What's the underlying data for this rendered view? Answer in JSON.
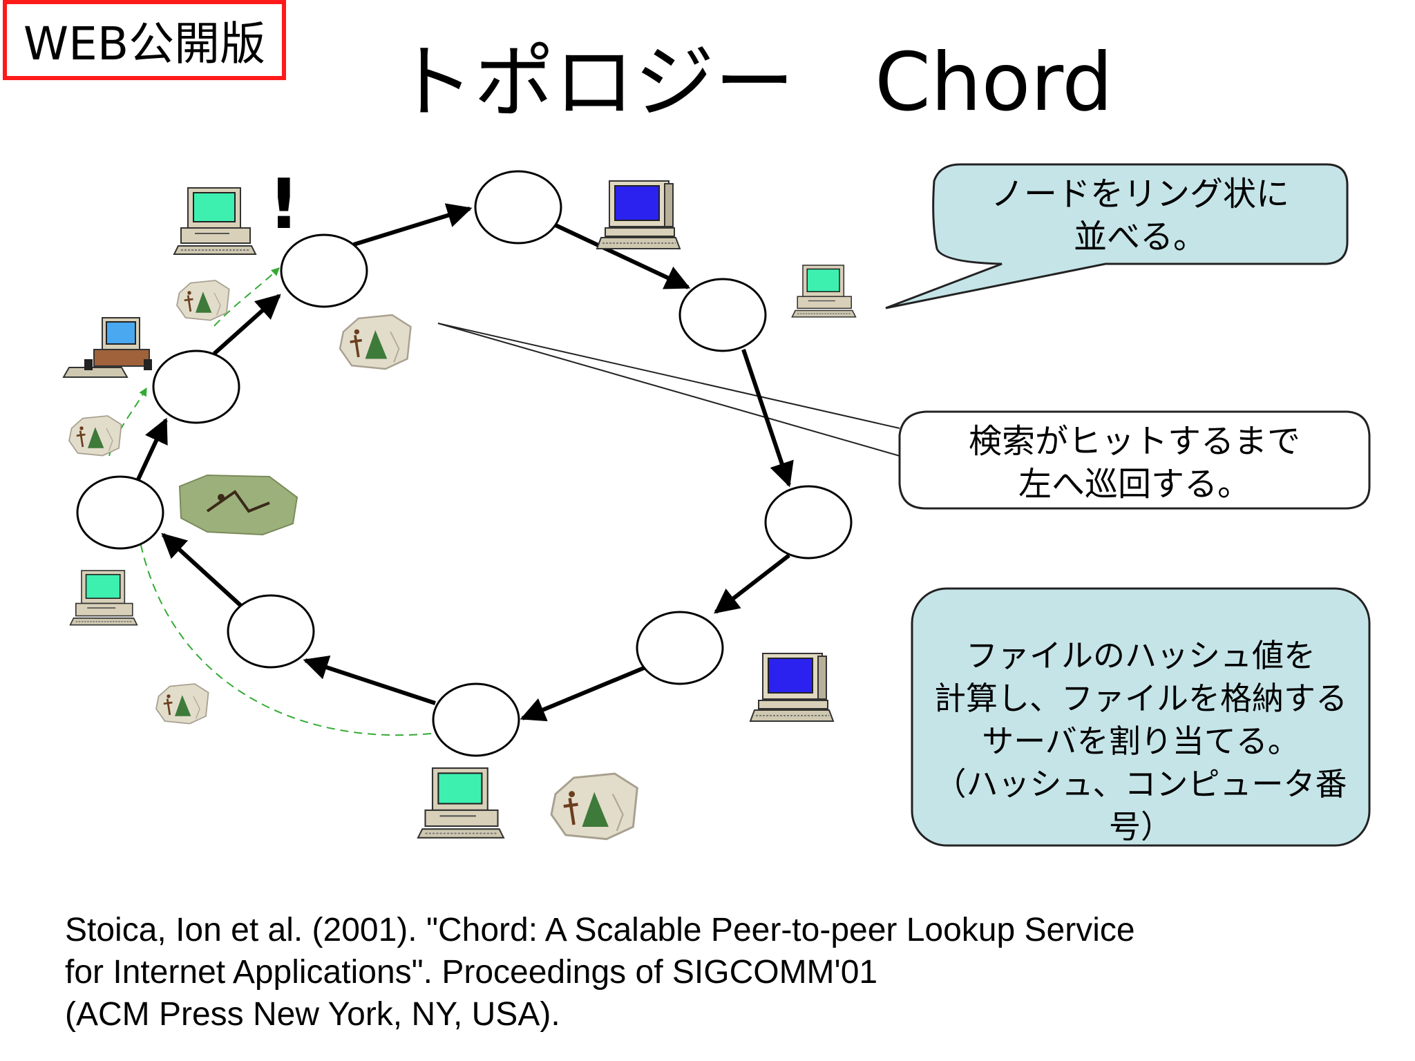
{
  "badge": {
    "label": "WEB公開版"
  },
  "title": {
    "text": "トポロジー　Chord"
  },
  "callouts": {
    "ring": {
      "lines": [
        "ノードをリング状に",
        "並べる。"
      ]
    },
    "search": {
      "lines": [
        "検索がヒットするまで",
        "左へ巡回する。"
      ]
    },
    "hash": {
      "lines": [
        "ファイルのハッシュ値を",
        "計算し、ファイルを格納する",
        "サーバを割り当てる。",
        "（ハッシュ、コンピュータ番号）"
      ]
    }
  },
  "alert": {
    "symbol": "!"
  },
  "citation": {
    "lines": [
      "Stoica, Ion et al. (2001). \"Chord: A Scalable Peer-to-peer Lookup Service",
      "for Internet Applications\". Proceedings of SIGCOMM'01",
      "(ACM Press New York, NY, USA)."
    ]
  },
  "colors": {
    "callout_fill": "#c5e4e8",
    "callout_stroke": "#222222",
    "arrow": "#000000",
    "lookup_path": "#33aa33",
    "badge_border": "#ff1a1a",
    "monitor_green": "#3df0b0",
    "monitor_blue": "#2b22f0",
    "monitor_lightblue": "#4aa8f0"
  },
  "icons": [
    "computer-icon",
    "file-rock-icon",
    "exclamation-icon"
  ]
}
